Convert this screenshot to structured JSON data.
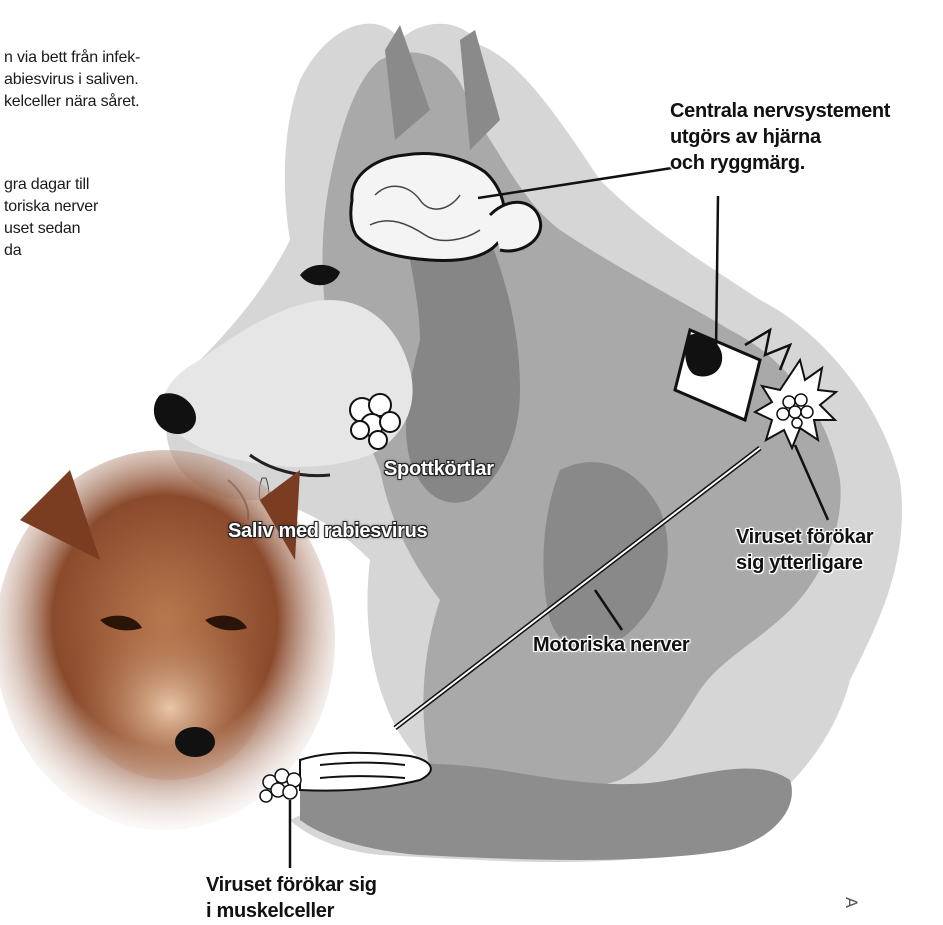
{
  "intro": {
    "lines_1": [
      "n via bett från infek-",
      "abiesvirus i saliven.",
      "kelceller nära såret."
    ],
    "lines_2": [
      "gra dagar till",
      "toriska nerver",
      "uset sedan",
      "da"
    ]
  },
  "labels": {
    "cns": [
      "Centrala nervsystement",
      "utgörs av hjärna",
      "och ryggmärg."
    ],
    "salivary_glands": "Spottkörtlar",
    "saliva": "Saliv med rabiesvirus",
    "virus_multiplies_further": [
      "Viruset förökar",
      "sig ytterligare"
    ],
    "motor_nerves": "Motoriska nerver",
    "virus_muscle": [
      "Viruset förökar sig",
      "i muskelceller"
    ]
  },
  "corner_mark": "A",
  "colors": {
    "wolf_light": "#d6d6d6",
    "wolf_mid": "#a9a9a9",
    "wolf_dark": "#6f6f6f",
    "fox_fur": "#8a4a2c",
    "fox_light": "#c98a5e",
    "ink": "#111111"
  }
}
